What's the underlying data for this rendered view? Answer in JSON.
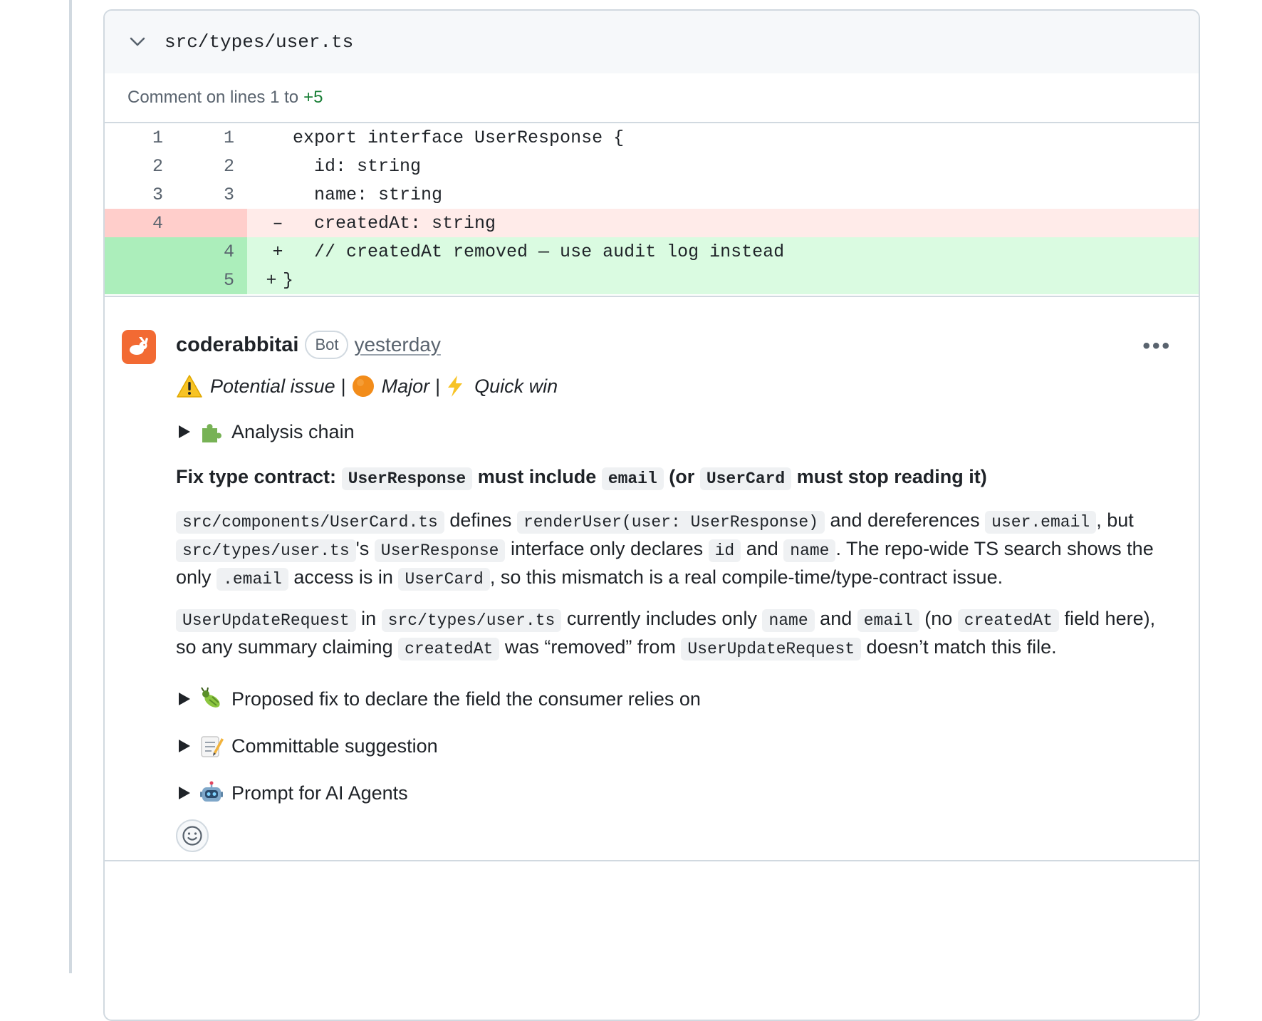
{
  "file": {
    "path": "src/types/user.ts"
  },
  "comment_range": {
    "prefix": "Comment on lines 1 to",
    "end": "+5"
  },
  "diff": {
    "rows": [
      {
        "type": "ctx",
        "old": "1",
        "new": "1",
        "marker": "",
        "code": "export interface UserResponse {"
      },
      {
        "type": "ctx",
        "old": "2",
        "new": "2",
        "marker": "",
        "code": "  id: string"
      },
      {
        "type": "ctx",
        "old": "3",
        "new": "3",
        "marker": "",
        "code": "  name: string"
      },
      {
        "type": "del",
        "old": "4",
        "new": "",
        "marker": "–",
        "code": "  createdAt: string"
      },
      {
        "type": "add",
        "old": "",
        "new": "4",
        "marker": "+",
        "code": "  // createdAt removed — use audit log instead"
      },
      {
        "type": "add",
        "old": "",
        "new": "5",
        "marker": "+",
        "code": "}"
      }
    ]
  },
  "comment": {
    "author": "coderabbitai",
    "badge": "Bot",
    "time": "yesterday",
    "tags": {
      "issue": "Potential issue",
      "severity": "Major",
      "effort": "Quick win",
      "sep": "|"
    },
    "analysis_label": "Analysis chain",
    "heading": {
      "t1": "Fix type contract:",
      "c1": "UserResponse",
      "t2": "must include",
      "c2": "email",
      "t3": "(or",
      "c3": "UserCard",
      "t4": "must stop reading it)"
    },
    "p1": {
      "c1": "src/components/UserCard.ts",
      "t1": " defines ",
      "c2": "renderUser(user: UserResponse)",
      "t2": " and dereferences ",
      "c3": "user.email",
      "t3": ", but ",
      "c4": "src/types/user.ts",
      "t4": "'s ",
      "c5": "UserResponse",
      "t5": " interface only declares ",
      "c6": "id",
      "t6": " and ",
      "c7": "name",
      "t7": ". The repo-wide TS search shows the only ",
      "c8": ".email",
      "t8": " access is in ",
      "c9": "UserCard",
      "t9": ", so this mismatch is a real compile-time/type-contract issue."
    },
    "p2": {
      "c1": "UserUpdateRequest",
      "t1": " in ",
      "c2": "src/types/user.ts",
      "t2": " currently includes only ",
      "c3": "name",
      "t3": " and ",
      "c4": "email",
      "t4": " (no ",
      "c5": "createdAt",
      "t5": " field here), so any summary claiming ",
      "c6": "createdAt",
      "t6": " was “removed” from ",
      "c7": "UserUpdateRequest",
      "t7": " doesn’t match this file."
    },
    "details": [
      {
        "emoji": "🐛",
        "label": "Proposed fix to declare the field the consumer relies on"
      },
      {
        "emoji": "📝",
        "label": "Committable suggestion"
      },
      {
        "emoji": "🤖",
        "label": "Prompt for AI Agents"
      }
    ]
  },
  "colors": {
    "accent_green": "#1a7f37",
    "del_bg": "#ffebe9",
    "add_bg": "#dafbe1",
    "avatar": "#f26a33"
  }
}
